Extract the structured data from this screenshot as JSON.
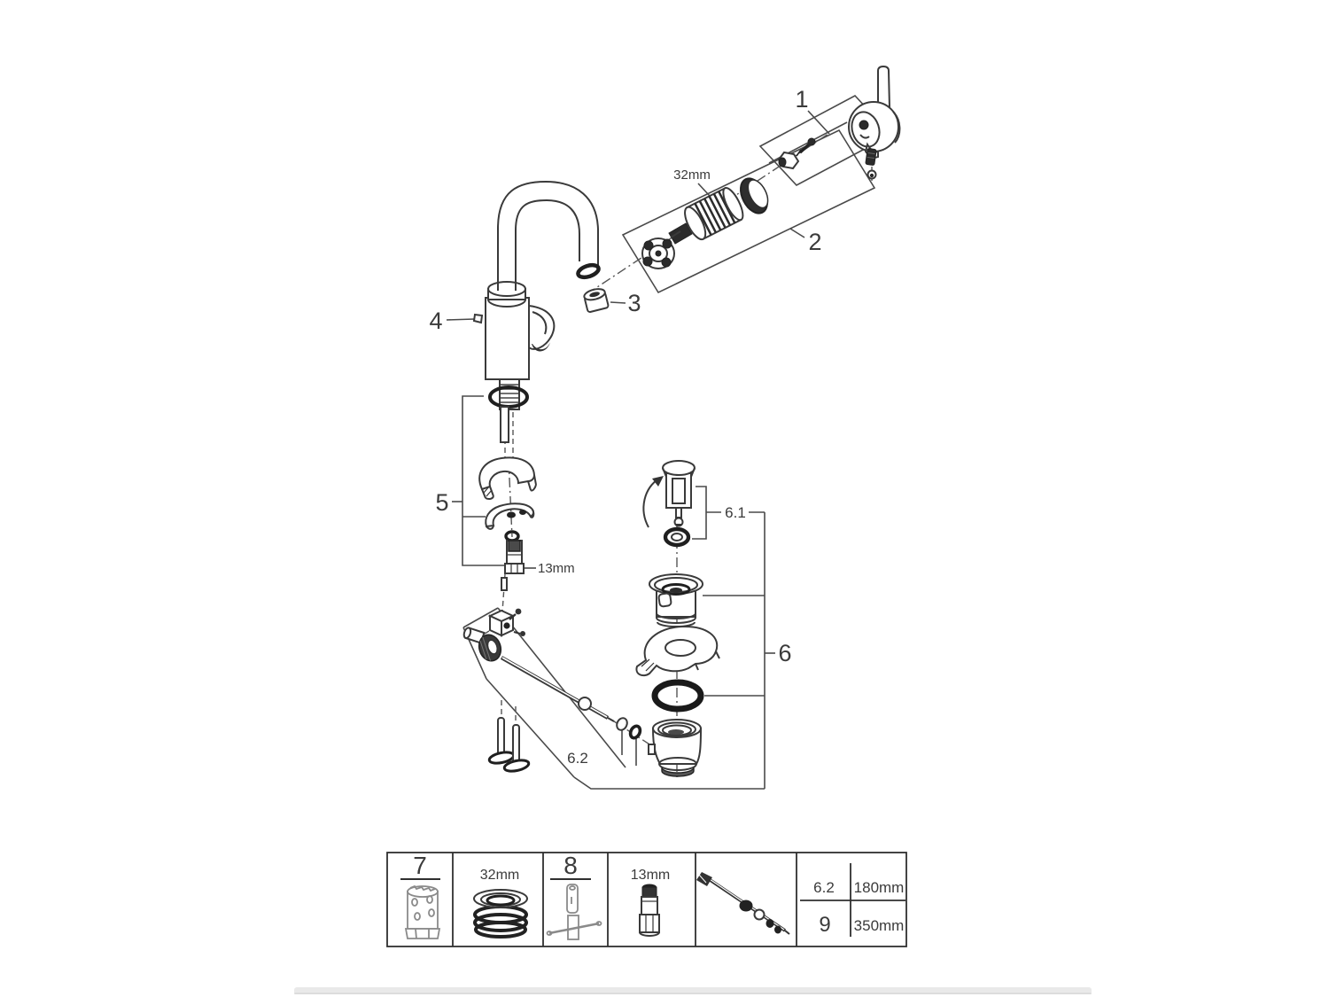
{
  "figure": {
    "type": "exploded-parts-diagram",
    "callouts": {
      "handle": "1",
      "cartridge_group": "2",
      "aerator": "3",
      "spout_body": "4",
      "mounting_set": "5",
      "waste_set": "6",
      "plug_set": "6.1",
      "rod_set": "6.2"
    },
    "dimension_labels": {
      "cartridge_nut": "32mm",
      "mounting_bolt": "13mm"
    },
    "colors": {
      "line": "#3a3a3a",
      "dark": "#222222",
      "tool_gray": "#8a8a8a",
      "background": "#ffffff",
      "bottom_strip": "#e9e9e9"
    }
  },
  "parts_table": {
    "cell_1_ref": "7",
    "cell_2_dim": "32mm",
    "cell_3_ref": "8",
    "cell_4_dim": "13mm",
    "size_table": {
      "rows": [
        {
          "ref": "6.2",
          "length": "180mm"
        },
        {
          "ref": "9",
          "length": "350mm"
        }
      ]
    }
  }
}
